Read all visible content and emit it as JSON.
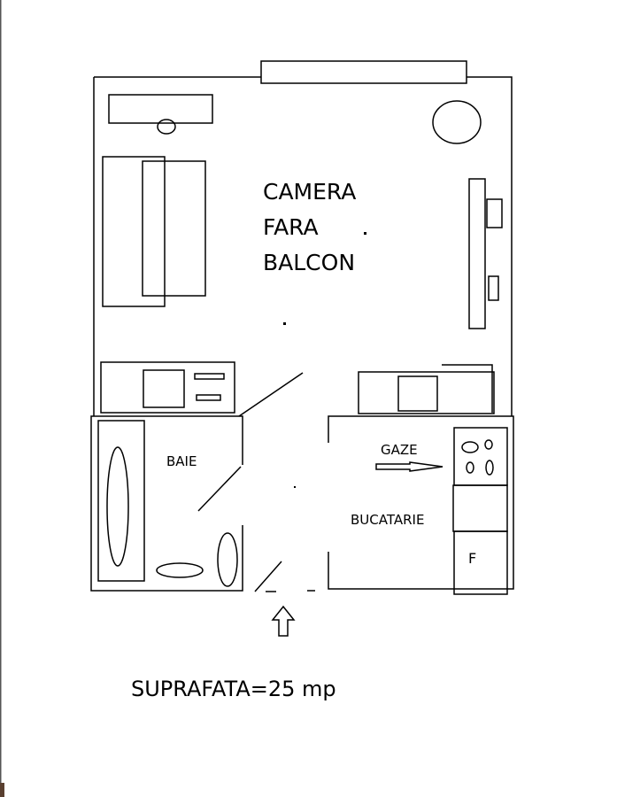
{
  "plan": {
    "room_label_lines": [
      "CAMERA",
      "FARA",
      "BALCON"
    ],
    "bathroom_label": "BAIE",
    "kitchen_label": "BUCATARIE",
    "gas_label": "GAZE",
    "fridge_label": "F",
    "area_label": "SUPRAFATA=25 mp"
  },
  "colors": {
    "line": "#000000",
    "background": "#ffffff"
  }
}
